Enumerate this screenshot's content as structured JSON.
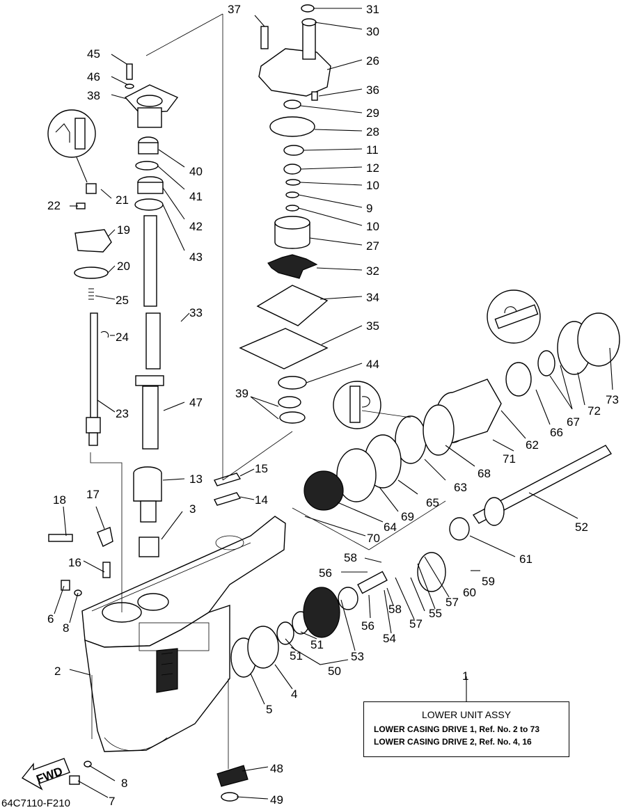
{
  "diagram_code": "64C7110-F210",
  "fwd_label": "FWD",
  "assy": {
    "ref_number": "1",
    "title": "LOWER UNIT ASSY",
    "line1": "LOWER CASING DRIVE 1,  Ref. No. 2  to  73",
    "line2": "LOWER CASING DRIVE 2,  Ref. No. 4, 16"
  },
  "callouts": [
    "31",
    "30",
    "37",
    "26",
    "45",
    "46",
    "36",
    "38",
    "29",
    "28",
    "11",
    "40",
    "12",
    "10",
    "41",
    "21",
    "9",
    "22",
    "42",
    "19",
    "10",
    "27",
    "43",
    "20",
    "32",
    "25",
    "34",
    "33",
    "24",
    "35",
    "44",
    "39",
    "47",
    "23",
    "73",
    "66",
    "67",
    "72",
    "62",
    "71",
    "13",
    "15",
    "68",
    "14",
    "63",
    "3",
    "18",
    "17",
    "65",
    "69",
    "64",
    "52",
    "70",
    "58",
    "56",
    "61",
    "16",
    "59",
    "57",
    "60",
    "55",
    "58",
    "56",
    "57",
    "6",
    "8",
    "54",
    "51",
    "51",
    "53",
    "50",
    "2",
    "1",
    "4",
    "5",
    "48",
    "8",
    "7",
    "49"
  ]
}
